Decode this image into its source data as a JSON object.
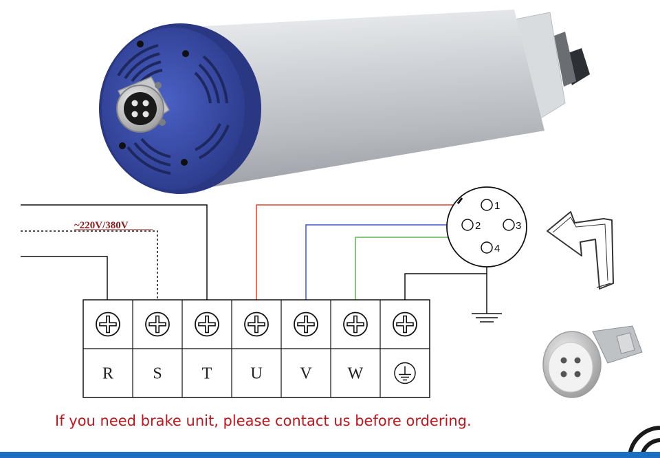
{
  "voltage_label": "~220V/380V",
  "terminals": [
    {
      "label": "R"
    },
    {
      "label": "S"
    },
    {
      "label": "T"
    },
    {
      "label": "U"
    },
    {
      "label": "V"
    },
    {
      "label": "W"
    },
    {
      "label": "",
      "symbol": "ground-icon"
    }
  ],
  "connector_pins": [
    "1",
    "2",
    "3",
    "4"
  ],
  "wire_colors": {
    "pin1": "#e0442f",
    "pin2": "#3a55c8",
    "pin3": "#5cb848",
    "pin4": "#111111"
  },
  "spindle_colors": {
    "cap": "#3a4fae",
    "body": "#cfd2d6"
  },
  "footer_note": "If you need brake unit, please contact us before ordering.",
  "accent_color": "#1a6fc0"
}
